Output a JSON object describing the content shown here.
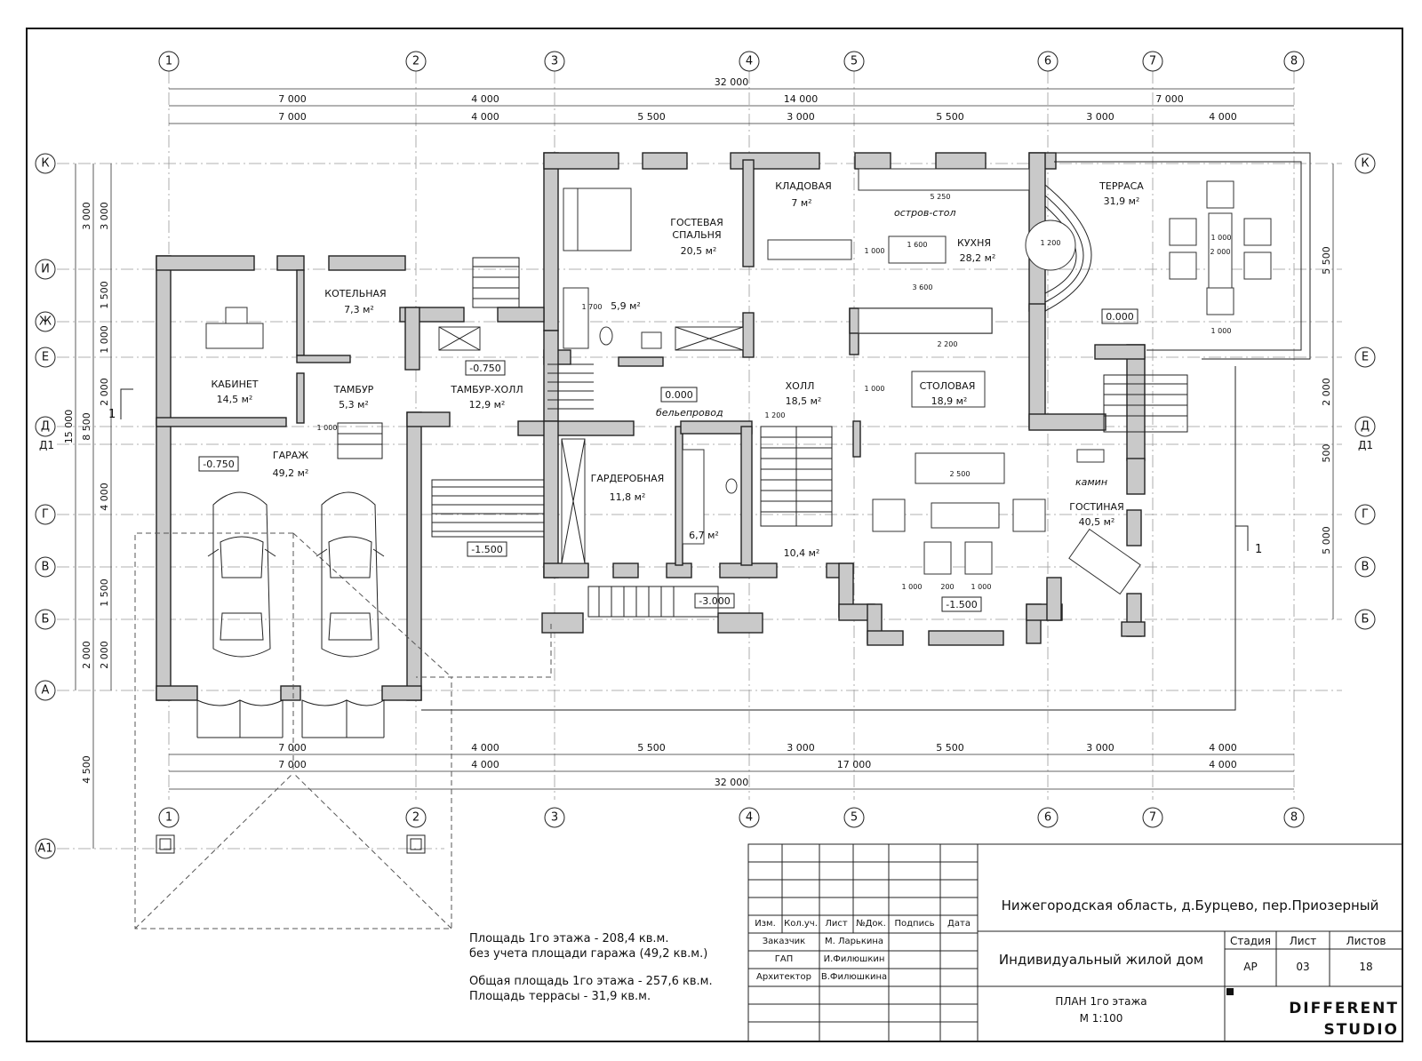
{
  "axes_numeric": [
    "1",
    "2",
    "3",
    "4",
    "5",
    "6",
    "7",
    "8"
  ],
  "axes_letters": [
    "К",
    "И",
    "Ж",
    "Е",
    "Д",
    "Д1",
    "Г",
    "В",
    "Б",
    "А",
    "А1"
  ],
  "dims_top": {
    "overall": "32 000",
    "row2": [
      "7 000",
      "4 000",
      "14 000",
      "7 000"
    ],
    "row3": [
      "7 000",
      "4 000",
      "5 500",
      "3 000",
      "5 500",
      "3 000",
      "4 000"
    ]
  },
  "dims_bottom": {
    "row1": [
      "7 000",
      "4 000",
      "5 500",
      "3 000",
      "5 500",
      "3 000",
      "4 000"
    ],
    "row2": [
      "7 000",
      "4 000",
      "17 000",
      "4 000"
    ],
    "overall": "32 000"
  },
  "dims_left": {
    "outer": [
      "15 000"
    ],
    "outer2": [
      "3 000",
      "8 500",
      "2 000",
      "4 500"
    ],
    "inner": [
      "3 000",
      "1 500",
      "1 000",
      "2 000",
      "4 000",
      "1 500",
      "2 000"
    ]
  },
  "dims_right": [
    "5 500",
    "2 000",
    "500",
    "5 000"
  ],
  "rooms": [
    {
      "name": "КЛАДОВАЯ",
      "area": "7 м²"
    },
    {
      "name": "ГОСТЕВАЯ СПАЛЬНЯ",
      "name2": "СПАЛЬНЯ",
      "name1": "ГОСТЕВАЯ",
      "area": "20,5 м²"
    },
    {
      "name": "КУХНЯ",
      "area": "28,2 м²"
    },
    {
      "name": "ТЕРРАСА",
      "area": "31,9 м²"
    },
    {
      "name": "КОТЕЛЬНАЯ",
      "area": "7,3 м²"
    },
    {
      "name": "КАБИНЕТ",
      "area": "14,5 м²"
    },
    {
      "name": "ТАМБУР",
      "area": "5,3 м²"
    },
    {
      "name": "ТАМБУР-ХОЛЛ",
      "area": "12,9 м²"
    },
    {
      "name": "ХОЛЛ",
      "area": "18,5 м²"
    },
    {
      "name": "СТОЛОВАЯ",
      "area": "18,9 м²"
    },
    {
      "name": "ГАРАЖ",
      "area": "49,2 м²"
    },
    {
      "name": "ГАРДЕРОБНАЯ",
      "area": "11,8 м²"
    },
    {
      "name": "ГОСТИНАЯ",
      "area": "40,5 м²"
    }
  ],
  "small_areas": [
    "5,9 м²",
    "6,7 м²",
    "10,4 м²"
  ],
  "labels": {
    "island": "остров-стол",
    "laundry": "бельепровод",
    "fireplace": "камин",
    "section_mark": "1"
  },
  "levels": [
    "0.000",
    "-0.750",
    "0.000",
    "-0.750",
    "-1.500",
    "-3.000",
    "-1.500"
  ],
  "furniture_dims": [
    "5 250",
    "1 600",
    "1 200",
    "3 600",
    "2 200",
    "1 000",
    "2 000",
    "1 000",
    "1 000",
    "1 200",
    "2 500",
    "1 000",
    "200",
    "1 000",
    "1 700",
    "1 000",
    "1 000"
  ],
  "notes": [
    "Площадь 1го этажа - 208,4 кв.м.",
    "без учета площади гаража (49,2 кв.м.)",
    "Общая площадь 1го этажа - 257,6 кв.м.",
    "Площадь террасы - 31,9 кв.м."
  ],
  "stamp": {
    "address": "Нижегородская область, д.Бурцево, пер.Приозерный",
    "project": "Индивидуальный жилой дом",
    "sheet_title": "ПЛАН 1го этажа",
    "scale": "М 1:100",
    "headers": [
      "Изм.",
      "Кол.уч.",
      "Лист",
      "№Док.",
      "Подпись",
      "Дата"
    ],
    "roles": [
      {
        "role": "Заказчик",
        "name": "М. Ларькина"
      },
      {
        "role": "ГАП",
        "name": "И.Филюшкин"
      },
      {
        "role": "Архитектор",
        "name": "В.Филюшкина"
      }
    ],
    "stage_headers": [
      "Стадия",
      "Лист",
      "Листов"
    ],
    "stage_values": [
      "АР",
      "03",
      "18"
    ],
    "studio_line1": "DIFFERENT",
    "studio_line2": "STUDIO"
  }
}
